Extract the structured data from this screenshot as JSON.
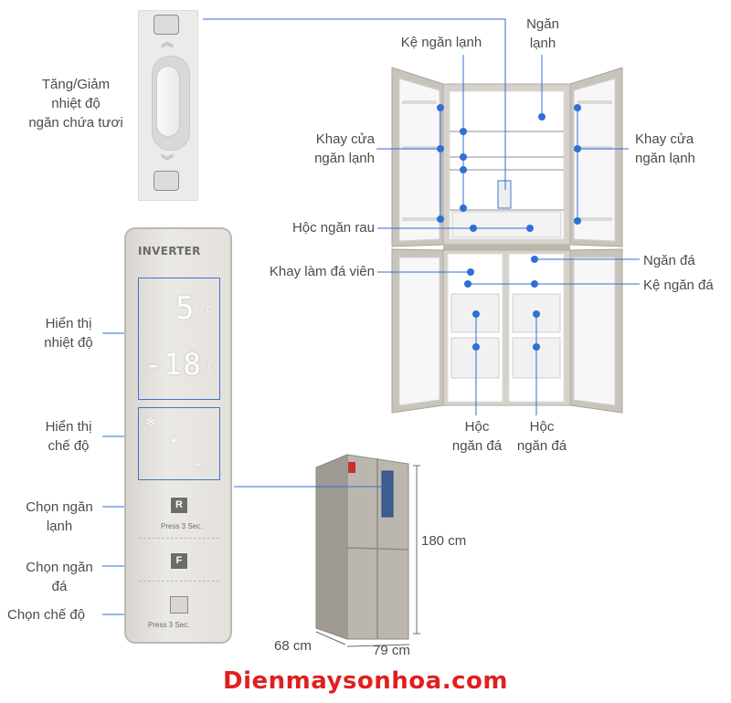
{
  "top_control": {
    "label_lines": [
      "Tăng/Giảm",
      "nhiệt độ",
      "ngăn chứa tươi"
    ]
  },
  "fridge_labels": {
    "ke_ngan_lanh": "Kệ ngăn lạnh",
    "ngan_lanh": [
      "Ngăn",
      "lạnh"
    ],
    "khay_cua_left": [
      "Khay cửa",
      "ngăn lạnh"
    ],
    "khay_cua_right": [
      "Khay cửa",
      "ngăn lạnh"
    ],
    "hoc_ngan_rau": "Hộc ngăn rau",
    "khay_lam_da": "Khay làm đá viên",
    "ngan_da": "Ngăn đá",
    "ke_ngan_da": "Kệ ngăn đá",
    "hoc_ngan_da_1": [
      "Hộc",
      "ngăn đá"
    ],
    "hoc_ngan_da_2": [
      "Hộc",
      "ngăn đá"
    ]
  },
  "panel": {
    "logo": "INVERTER",
    "temp_top": "5",
    "temp_top_unit": "°C",
    "temp_bottom": "-18",
    "temp_bottom_unit": "°C",
    "key_r": "R",
    "key_f": "F",
    "press1": "Press 3 Sec.",
    "press2": "Press 3 Sec.",
    "labels": {
      "hien_thi_nhiet_do": [
        "Hiển thị",
        "nhiệt độ"
      ],
      "hien_thi_che_do": [
        "Hiển thị",
        "chế độ"
      ],
      "chon_ngan_lanh": [
        "Chọn ngăn",
        "lạnh"
      ],
      "chon_ngan_da": [
        "Chọn ngăn",
        "đá"
      ],
      "chon_che_do": "Chọn chế độ"
    }
  },
  "dimensions": {
    "height": "180 cm",
    "depth": "68 cm",
    "width": "79 cm"
  },
  "brand": "Dienmaysonhoa.com",
  "colors": {
    "callout": "#2f6fd6",
    "brand": "#e02020",
    "steel": "#b9b4ab"
  }
}
